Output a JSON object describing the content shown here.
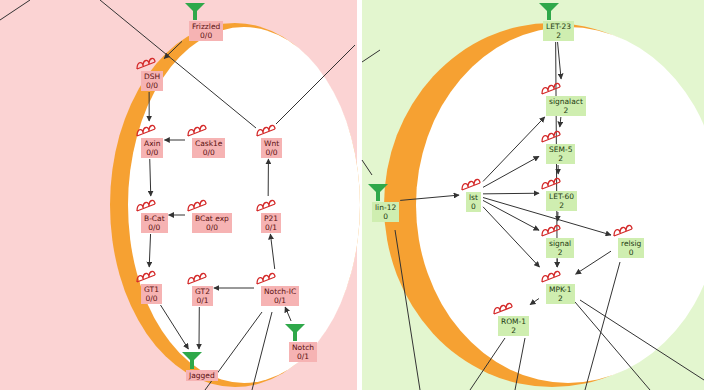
{
  "diagram": {
    "nodes": [
      {
        "text": [
          "Frizzled",
          "0/0"
        ]
      },
      {
        "text": [
          "DSH",
          "0/0"
        ]
      },
      {
        "text": [
          "Axin",
          "0/0"
        ]
      },
      {
        "text": [
          "Cask1e",
          "0/0"
        ]
      },
      {
        "text": [
          "Wnt",
          "0/0"
        ]
      },
      {
        "text": [
          "B-Cat",
          "0/0"
        ]
      },
      {
        "text": [
          "BCat exp",
          "0/0"
        ]
      },
      {
        "text": [
          "P21",
          "0/1"
        ]
      },
      {
        "text": [
          "GT1",
          "0/0"
        ]
      },
      {
        "text": [
          "GT2",
          "0/1"
        ]
      },
      {
        "text": [
          "Notch-IC",
          "0/1"
        ]
      },
      {
        "text": [
          "Notch",
          "0/1"
        ]
      },
      {
        "text": [
          "Jagged"
        ]
      },
      {
        "text": [
          "LET-23",
          "2"
        ]
      },
      {
        "text": [
          "signalact",
          "2"
        ]
      },
      {
        "text": [
          "SEM-5",
          "2"
        ]
      },
      {
        "text": [
          "LET-60",
          "2"
        ]
      },
      {
        "text": [
          "lin-12",
          "0"
        ]
      },
      {
        "text": [
          "lst",
          "0"
        ]
      },
      {
        "text": [
          "signal",
          "2"
        ]
      },
      {
        "text": [
          "relsig",
          "0"
        ]
      },
      {
        "text": [
          "MPK-1",
          "2"
        ]
      },
      {
        "text": [
          "ROM-1",
          "2"
        ]
      }
    ],
    "edges": [
      {
        "from": 0,
        "to": 1,
        "arrow": "to"
      },
      {
        "from": 1,
        "to": 2,
        "arrow": "to"
      },
      {
        "from": 3,
        "to": 2,
        "arrow": "to"
      },
      {
        "from": 2,
        "to": 5,
        "arrow": "to"
      },
      {
        "from": 6,
        "to": 5,
        "arrow": "to"
      },
      {
        "from": 5,
        "to": 8,
        "arrow": "to"
      },
      {
        "from": 8,
        "to": 12,
        "arrow": "to"
      },
      {
        "from": 9,
        "to": 12,
        "arrow": "to"
      },
      {
        "from": 10,
        "to": 9,
        "arrow": "to"
      },
      {
        "from": 10,
        "to": 7,
        "arrow": "to"
      },
      {
        "from": 7,
        "to": 4,
        "arrow": "to"
      },
      {
        "from": 11,
        "to": 10,
        "arrow": "to"
      },
      {
        "from": 13,
        "to": 14,
        "arrow": "to"
      },
      {
        "from": 14,
        "to": 15,
        "arrow": "to"
      },
      {
        "from": 15,
        "to": 16,
        "arrow": "to"
      },
      {
        "from": 16,
        "to": 19,
        "arrow": "to"
      },
      {
        "from": 19,
        "to": 21,
        "arrow": "to"
      },
      {
        "from": 17,
        "to": 18,
        "arrow": "to"
      },
      {
        "from": 18,
        "to": 14,
        "arrow": "to"
      },
      {
        "from": 18,
        "to": 15,
        "arrow": "to"
      },
      {
        "from": 18,
        "to": 16,
        "arrow": "to"
      },
      {
        "from": 18,
        "to": 19,
        "arrow": "to"
      },
      {
        "from": 18,
        "to": 20,
        "arrow": "to"
      },
      {
        "from": 18,
        "to": 21,
        "arrow": "to"
      },
      {
        "from": 20,
        "to": 21,
        "arrow": "to"
      },
      {
        "from": 21,
        "to": 22,
        "arrow": "to"
      },
      {
        "from": 13,
        "to": 21,
        "arrow": "to"
      }
    ]
  }
}
